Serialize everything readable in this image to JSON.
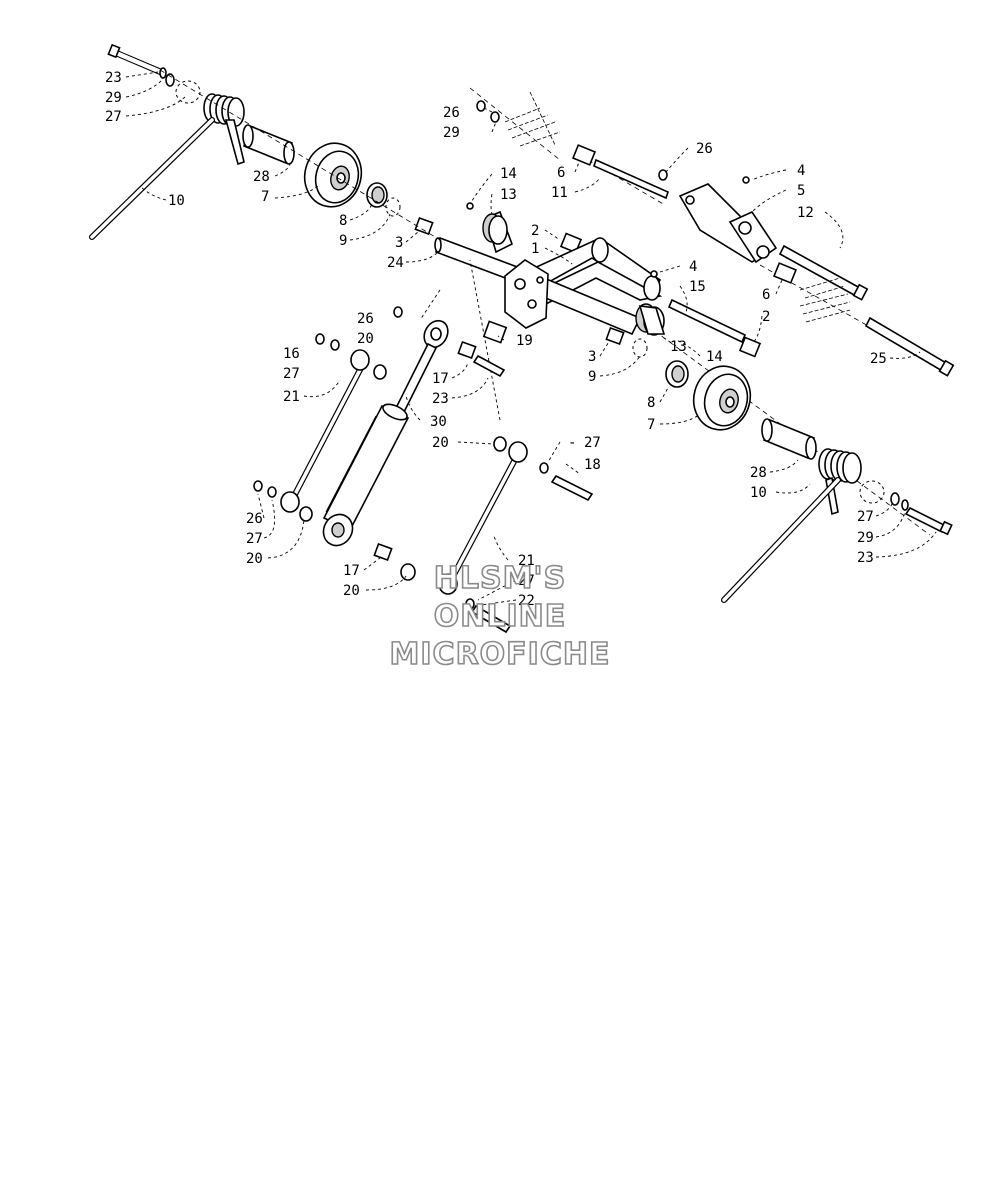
{
  "watermark": {
    "line1": "HLSM'S",
    "line2": "ONLINE",
    "line3": "MICROFICHE"
  },
  "callouts": [
    {
      "id": "c-23-top",
      "text": "23"
    },
    {
      "id": "c-29-top",
      "text": "29"
    },
    {
      "id": "c-27-top",
      "text": "27"
    },
    {
      "id": "c-10-left",
      "text": "10"
    },
    {
      "id": "c-28-left",
      "text": "28"
    },
    {
      "id": "c-7-left",
      "text": "7"
    },
    {
      "id": "c-8-left",
      "text": "8"
    },
    {
      "id": "c-9-left",
      "text": "9"
    },
    {
      "id": "c-3-left",
      "text": "3"
    },
    {
      "id": "c-24",
      "text": "24"
    },
    {
      "id": "c-26-topmid",
      "text": "26"
    },
    {
      "id": "c-29-topmid",
      "text": "29"
    },
    {
      "id": "c-14-top",
      "text": "14"
    },
    {
      "id": "c-13-top",
      "text": "13"
    },
    {
      "id": "c-6-top",
      "text": "6"
    },
    {
      "id": "c-11",
      "text": "11"
    },
    {
      "id": "c-26-topright",
      "text": "26"
    },
    {
      "id": "c-4-top",
      "text": "4"
    },
    {
      "id": "c-5",
      "text": "5"
    },
    {
      "id": "c-12",
      "text": "12"
    },
    {
      "id": "c-2-top",
      "text": "2"
    },
    {
      "id": "c-1",
      "text": "1"
    },
    {
      "id": "c-4-mid",
      "text": "4"
    },
    {
      "id": "c-15",
      "text": "15"
    },
    {
      "id": "c-6-right",
      "text": "6"
    },
    {
      "id": "c-2-right",
      "text": "2"
    },
    {
      "id": "c-25",
      "text": "25"
    },
    {
      "id": "c-26-shock",
      "text": "26"
    },
    {
      "id": "c-20-shock",
      "text": "20"
    },
    {
      "id": "c-16",
      "text": "16"
    },
    {
      "id": "c-27-shock",
      "text": "27"
    },
    {
      "id": "c-19",
      "text": "19"
    },
    {
      "id": "c-13-mid",
      "text": "13"
    },
    {
      "id": "c-14-mid",
      "text": "14"
    },
    {
      "id": "c-3-mid",
      "text": "3"
    },
    {
      "id": "c-9-mid",
      "text": "9"
    },
    {
      "id": "c-17-upper",
      "text": "17"
    },
    {
      "id": "c-23-mid",
      "text": "23"
    },
    {
      "id": "c-21-upper",
      "text": "21"
    },
    {
      "id": "c-30",
      "text": "30"
    },
    {
      "id": "c-8-right",
      "text": "8"
    },
    {
      "id": "c-7-right",
      "text": "7"
    },
    {
      "id": "c-20-mid",
      "text": "20"
    },
    {
      "id": "c-27-mid",
      "text": "27"
    },
    {
      "id": "c-18",
      "text": "18"
    },
    {
      "id": "c-28-right",
      "text": "28"
    },
    {
      "id": "c-10-right",
      "text": "10"
    },
    {
      "id": "c-26-lower",
      "text": "26"
    },
    {
      "id": "c-27-lower",
      "text": "27"
    },
    {
      "id": "c-20-lower",
      "text": "20"
    },
    {
      "id": "c-17-lower",
      "text": "17"
    },
    {
      "id": "c-20-bottom",
      "text": "20"
    },
    {
      "id": "c-21-lower",
      "text": "21"
    },
    {
      "id": "c-27-bottom",
      "text": "27"
    },
    {
      "id": "c-22",
      "text": "22"
    },
    {
      "id": "c-27-right",
      "text": "27"
    },
    {
      "id": "c-29-right",
      "text": "29"
    },
    {
      "id": "c-23-right",
      "text": "23"
    }
  ]
}
